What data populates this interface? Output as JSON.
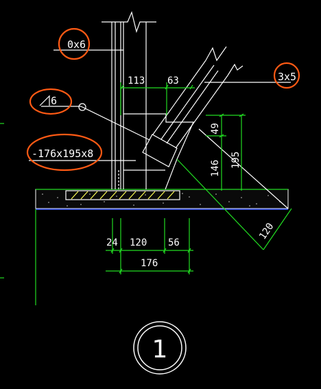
{
  "labels": {
    "weld_top": "0x6",
    "weld_right": "3x5",
    "weld_symbol": "6",
    "plate": "-176x195x8"
  },
  "dims": {
    "top_a": "113",
    "top_b": "63",
    "right_a": "49",
    "right_b": "146",
    "right_total": "195",
    "diag": "120",
    "bot_a": "24",
    "bot_b": "120",
    "bot_c": "56",
    "bot_total": "176"
  },
  "detail_number": "1",
  "colors": {
    "background": "#000000",
    "line_white": "#ffffff",
    "line_green": "#22dd22",
    "highlight": "#ff5a14",
    "hatch": "#ffff55",
    "base_line": "#3c5aff"
  }
}
